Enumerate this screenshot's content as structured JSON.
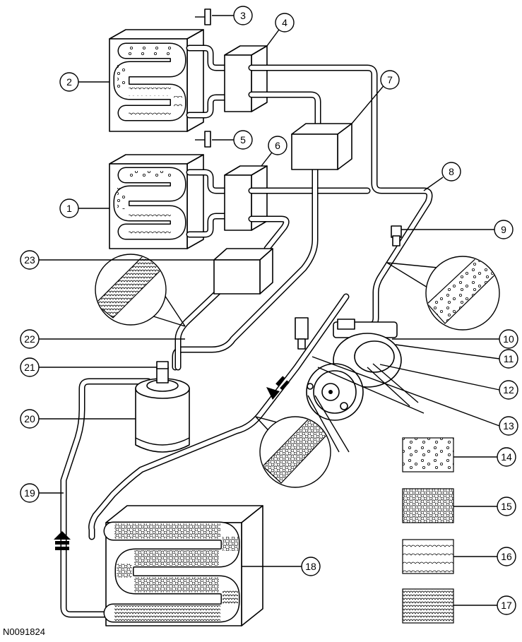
{
  "figure_id": "N0091824",
  "callouts": [
    "1",
    "2",
    "3",
    "4",
    "5",
    "6",
    "7",
    "8",
    "9",
    "10",
    "11",
    "12",
    "13",
    "14",
    "15",
    "16",
    "17",
    "18",
    "19",
    "20",
    "21",
    "22",
    "23"
  ]
}
